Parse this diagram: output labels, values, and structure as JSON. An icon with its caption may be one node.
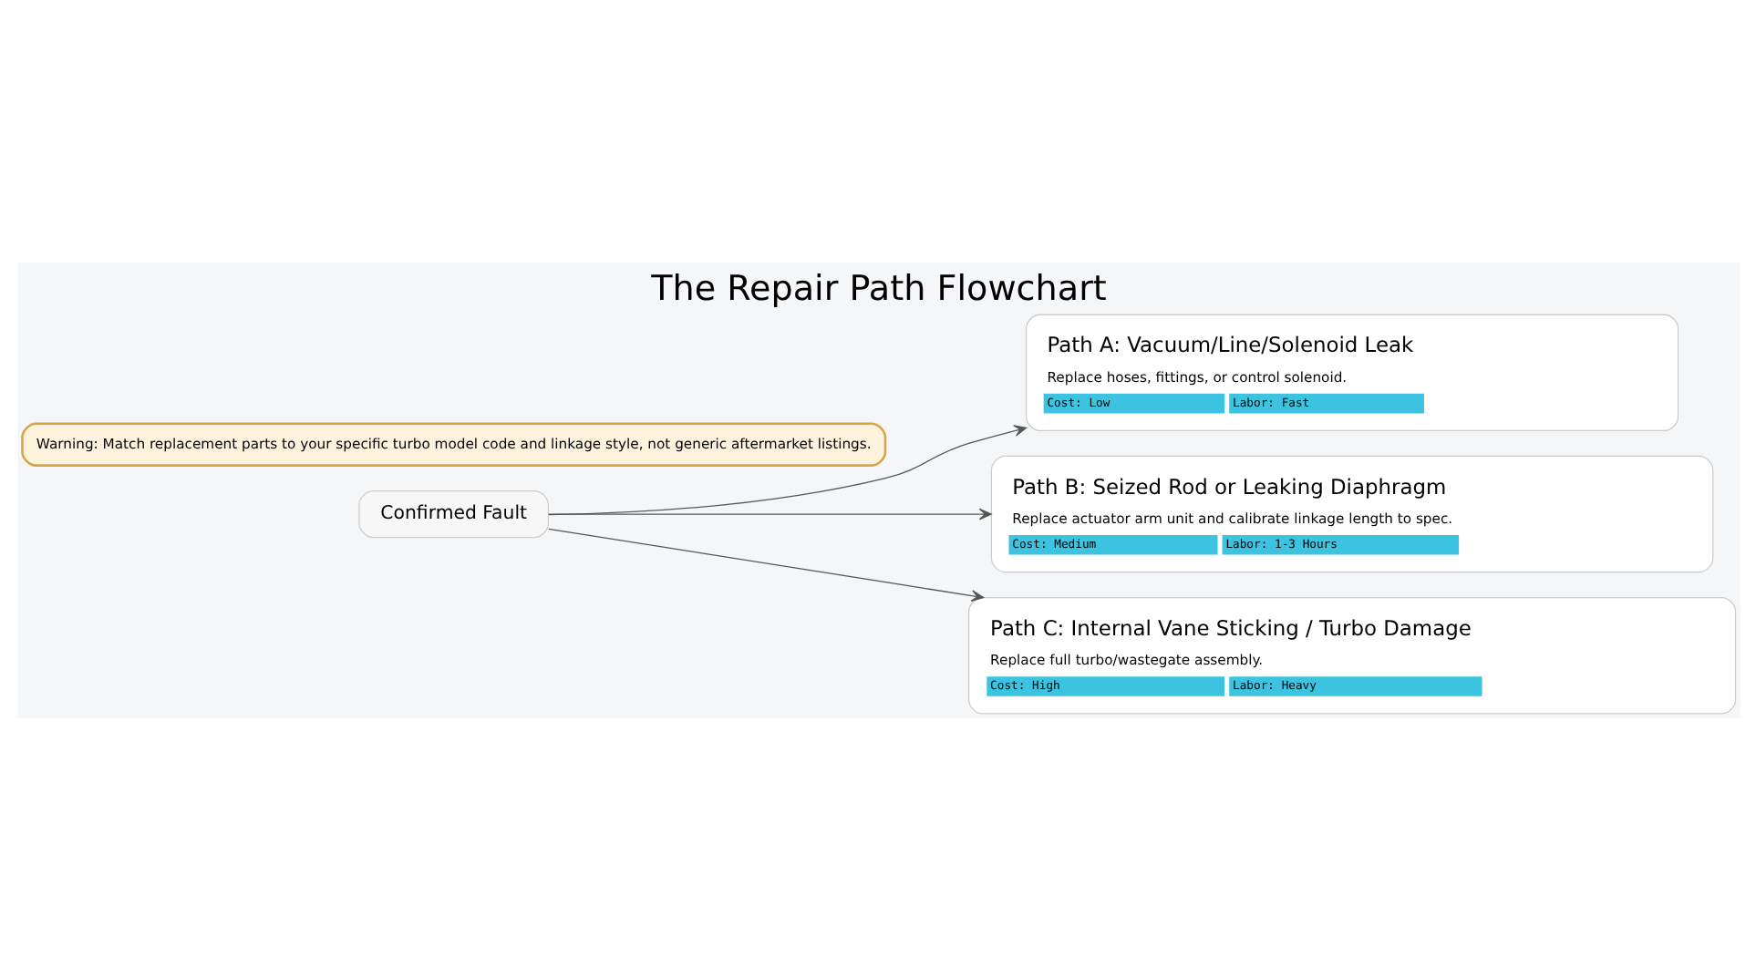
{
  "diagram": {
    "title": "The Repair Path Flowchart",
    "nodes": [
      {
        "text": [
          "Confirmed Fault"
        ]
      },
      {
        "text": [
          "Path A: Vacuum/Line/Solenoid Leak",
          "Replace hoses, fittings, or control solenoid.",
          "Cost: Low",
          "Labor: Fast"
        ]
      },
      {
        "text": [
          "Path B: Seized Rod or Leaking Diaphragm",
          "Replace actuator arm unit and calibrate linkage length to spec.",
          "Cost: Medium",
          "Labor: 1-3 Hours"
        ]
      },
      {
        "text": [
          "Path C: Internal Vane Sticking / Turbo Damage",
          "Replace full turbo/wastegate assembly.",
          "Cost: High",
          "Labor: Heavy"
        ]
      },
      {
        "text": [
          "Warning: Match replacement parts to your specific turbo model code and linkage style, not generic aftermarket listings."
        ]
      }
    ],
    "edges": [
      {
        "from": 0,
        "to": 1,
        "arrow": "to"
      },
      {
        "from": 0,
        "to": 2,
        "arrow": "to"
      },
      {
        "from": 0,
        "to": 3,
        "arrow": "to"
      }
    ]
  }
}
